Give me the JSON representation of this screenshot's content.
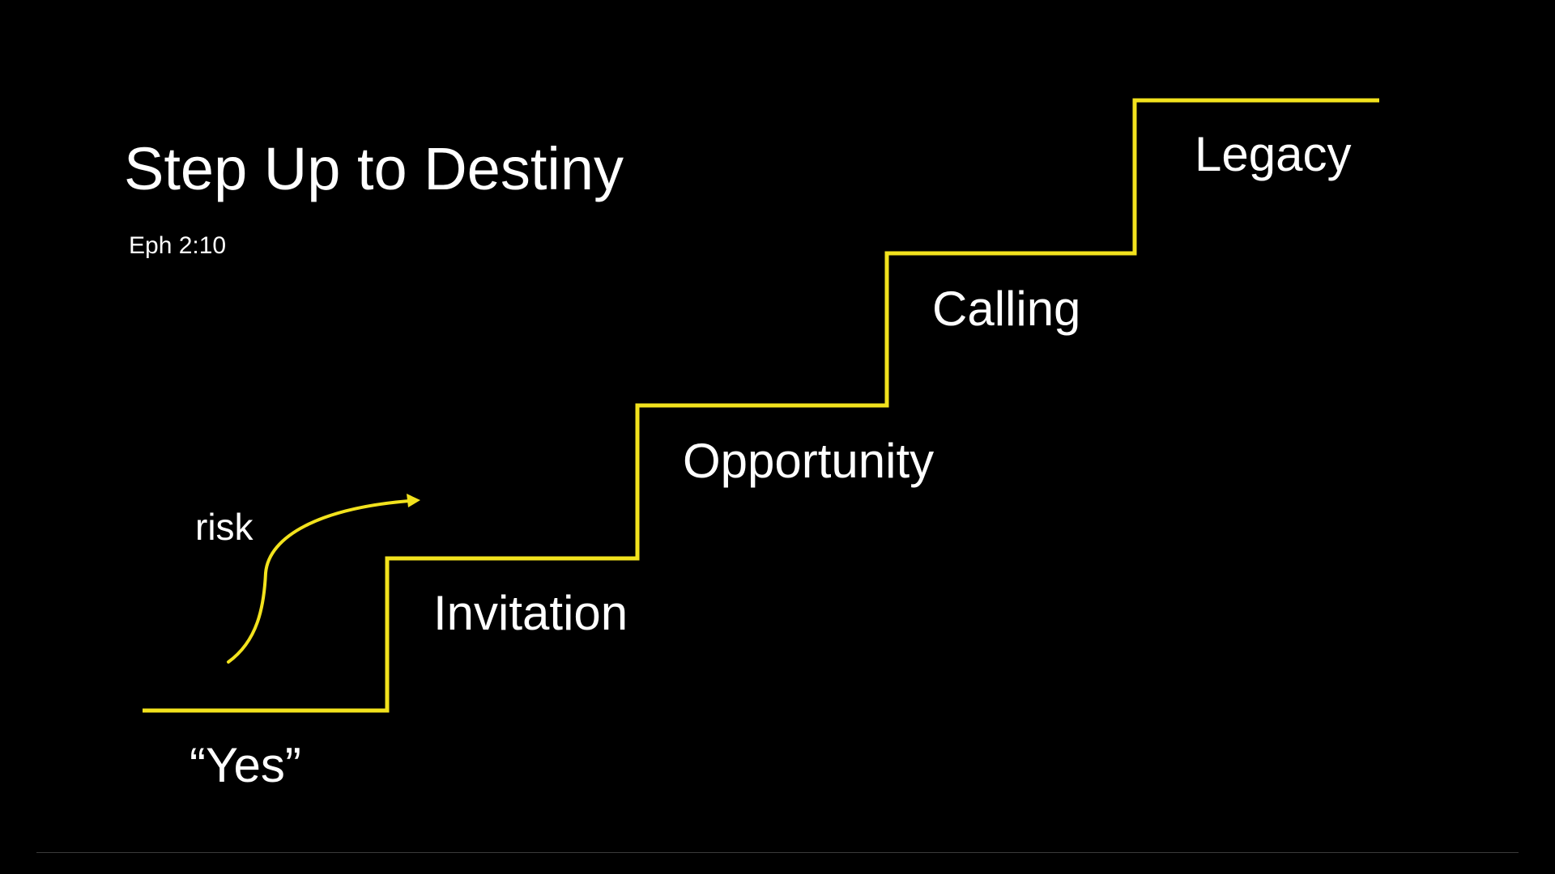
{
  "slide": {
    "title": "Step Up to Destiny",
    "reference": "Eph 2:10",
    "accent_color": "#f2e21d",
    "background_color": "#000000",
    "text_color": "#ffffff"
  },
  "steps": {
    "yes": "“Yes”",
    "invitation": "Invitation",
    "opportunity": "Opportunity",
    "calling": "Calling",
    "legacy": "Legacy"
  },
  "annotation": {
    "risk": "risk",
    "icon": "curved-arrow-icon"
  }
}
